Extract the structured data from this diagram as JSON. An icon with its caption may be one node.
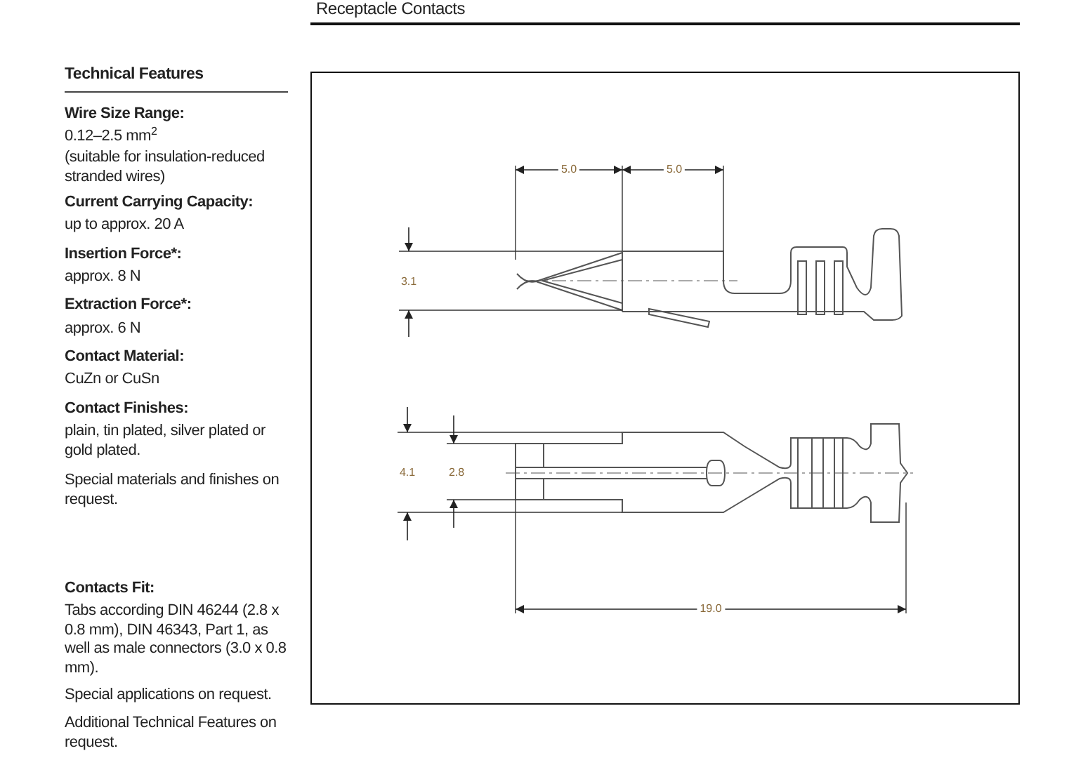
{
  "diagram": {
    "title": "Receptacle Contacts",
    "labels": [
      "Technical Features",
      "Wire Size Range:",
      "0.12–2.5 mm$^{2}$",
      "(suitable for insulation-reduced stranded wires)",
      "Current Carrying Capacity:",
      "up to approx. 20 A",
      "Insertion Force*:",
      "approx. 8 N",
      "Extraction Force*:",
      "approx. 6 N",
      "Contact Material:",
      "CuZn or CuSn",
      "Contact Finishes:",
      "plain, tin plated, silver plated or gold plated.",
      "Special materials and finishes on request.",
      "Contacts Fit:",
      "Tabs according DIN 46244 (2.8 x 0.8 mm), DIN 46343, Part 1, as well as male connectors (3.0 x 0.8 mm).",
      "Special applications on request.",
      "Additional Technical Features on request.",
      "5.0",
      "5.0",
      "3.1",
      "4.1",
      "2.8",
      "19.0"
    ]
  }
}
